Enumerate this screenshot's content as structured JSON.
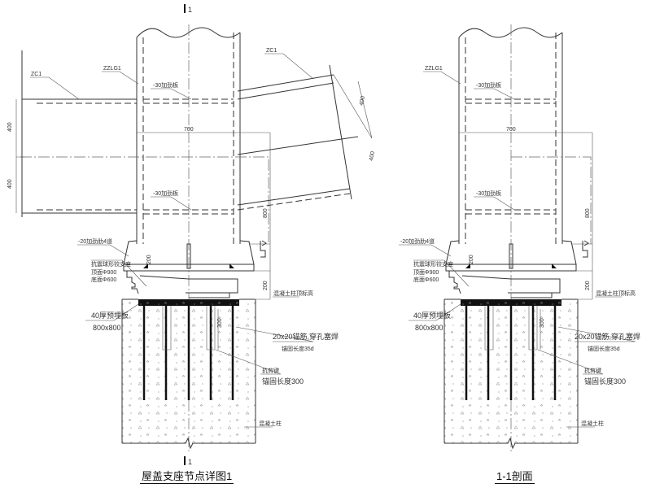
{
  "section_mark": "1",
  "left": {
    "title": "屋盖支座节点详图1",
    "labels": {
      "brace_left": "ZC1",
      "brace_right": "ZC1",
      "column": "ZZLG1",
      "stiffener_top": "-30加劲板",
      "stiffener_bot": "-30加劲板",
      "rib": "-20加劲肋4道",
      "bearing": "抗震球形铰支座",
      "bearing_top": "顶面Φ900",
      "bearing_bot": "底面Φ600",
      "col_top": "混凝土柱顶标高",
      "plate": "40厚预埋板",
      "plate_size": "800x800",
      "anchor": "20x20锚筋,穿孔塞焊",
      "anchor_len": "锚固长度35d",
      "shear_key": "抗剪键",
      "shear_len": "锚固长度300",
      "concrete": "混凝土柱"
    },
    "dims": {
      "w700": "700",
      "h400a": "400",
      "h400b": "400",
      "r400a": "400",
      "r400b": "400",
      "h800": "800",
      "h200a": "200",
      "h200b": "200",
      "h300": "300"
    }
  },
  "right": {
    "title": "1-1剖面",
    "labels": {
      "column": "ZZLG1",
      "stiffener_top": "-30加劲板",
      "stiffener_bot": "-30加劲板",
      "rib": "-20加劲肋4道",
      "bearing": "抗震球形铰支座",
      "bearing_top": "顶面Φ900",
      "bearing_bot": "底面Φ600",
      "col_top": "混凝土柱顶标高",
      "plate": "40厚预埋板",
      "plate_size": "800x800",
      "anchor": "20x20锚筋,穿孔塞焊",
      "anchor_len": "锚固长度35d",
      "shear_key": "抗剪键",
      "shear_len": "锚固长度300",
      "concrete": "混凝土柱"
    },
    "dims": {
      "w700": "700",
      "h800": "800",
      "h200a": "200",
      "h200b": "200",
      "h300": "300"
    }
  }
}
